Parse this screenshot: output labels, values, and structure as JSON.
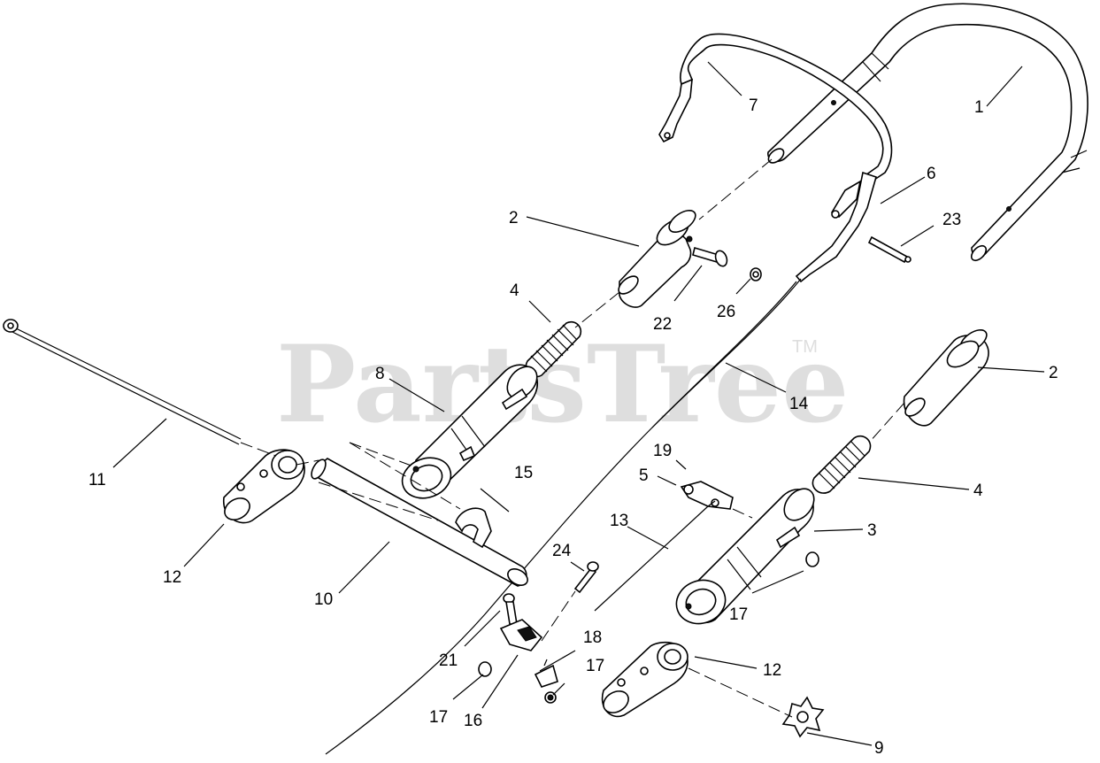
{
  "watermark": {
    "brand": "PartsTree",
    "trademark": "TM"
  },
  "callouts": [
    {
      "id": "c1",
      "label": "1"
    },
    {
      "id": "c2a",
      "label": "2"
    },
    {
      "id": "c2b",
      "label": "2"
    },
    {
      "id": "c3",
      "label": "3"
    },
    {
      "id": "c4a",
      "label": "4"
    },
    {
      "id": "c4b",
      "label": "4"
    },
    {
      "id": "c5",
      "label": "5"
    },
    {
      "id": "c6",
      "label": "6"
    },
    {
      "id": "c7",
      "label": "7"
    },
    {
      "id": "c8",
      "label": "8"
    },
    {
      "id": "c9",
      "label": "9"
    },
    {
      "id": "c10",
      "label": "10"
    },
    {
      "id": "c11",
      "label": "11"
    },
    {
      "id": "c12a",
      "label": "12"
    },
    {
      "id": "c12b",
      "label": "12"
    },
    {
      "id": "c13",
      "label": "13"
    },
    {
      "id": "c14",
      "label": "14"
    },
    {
      "id": "c15",
      "label": "15"
    },
    {
      "id": "c16",
      "label": "16"
    },
    {
      "id": "c17a",
      "label": "17"
    },
    {
      "id": "c17b",
      "label": "17"
    },
    {
      "id": "c17c",
      "label": "17"
    },
    {
      "id": "c18",
      "label": "18"
    },
    {
      "id": "c19",
      "label": "19"
    },
    {
      "id": "c21",
      "label": "21"
    },
    {
      "id": "c22",
      "label": "22"
    },
    {
      "id": "c23",
      "label": "23"
    },
    {
      "id": "c24",
      "label": "24"
    },
    {
      "id": "c26",
      "label": "26"
    }
  ]
}
